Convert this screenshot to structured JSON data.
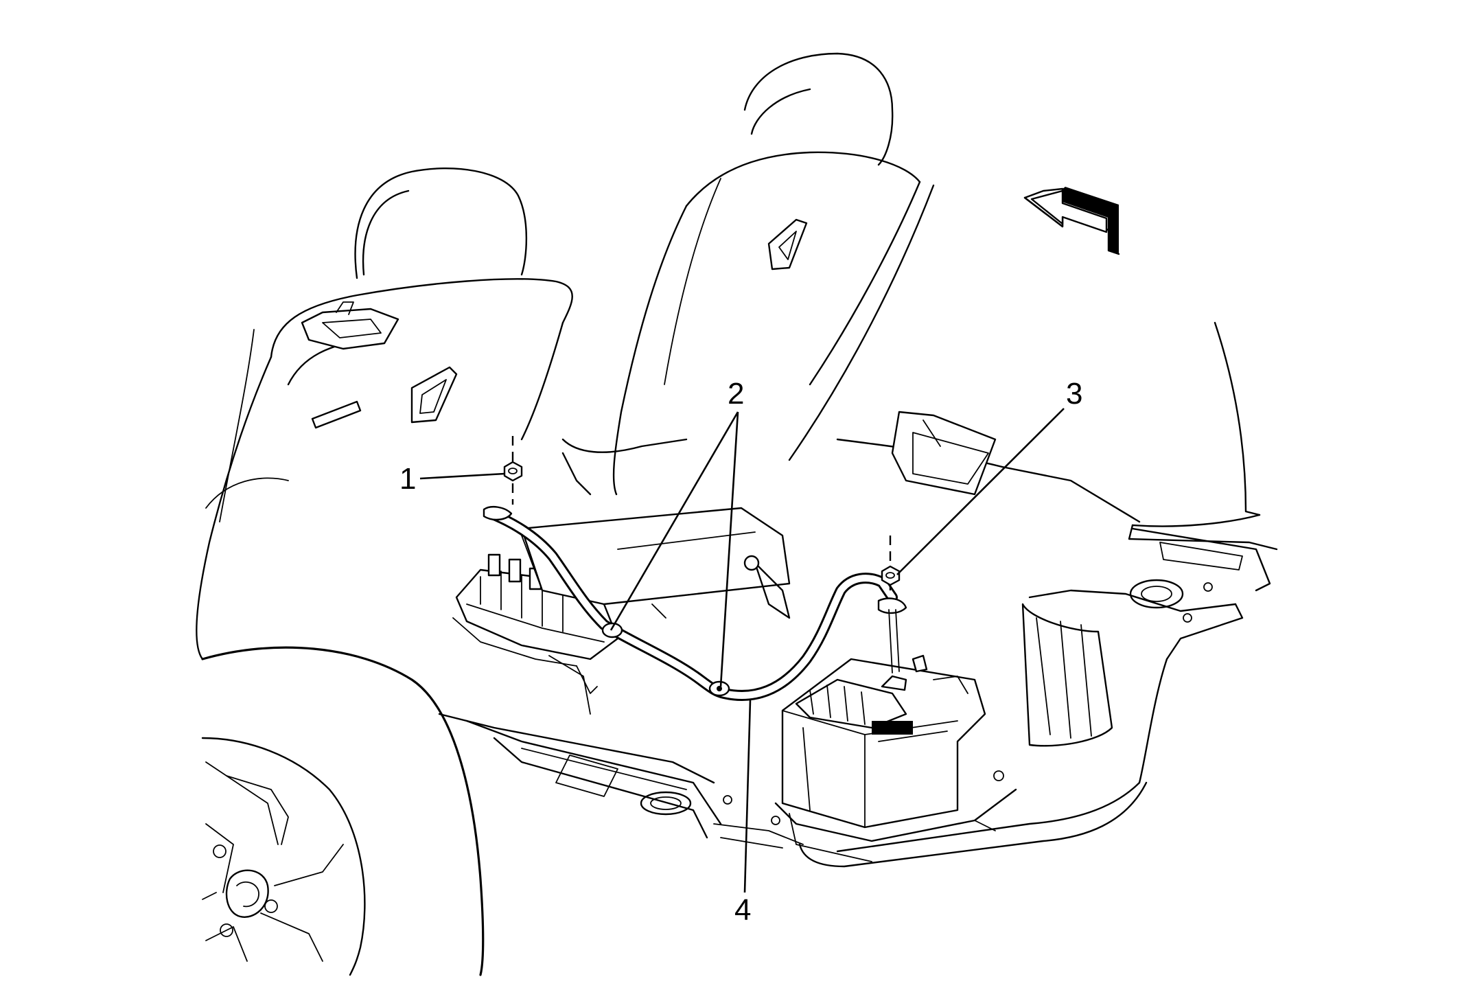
{
  "callouts": [
    {
      "id": "1",
      "label": "1"
    },
    {
      "id": "2",
      "label": "2"
    },
    {
      "id": "3",
      "label": "3"
    },
    {
      "id": "4",
      "label": "4"
    }
  ],
  "icons": {
    "direction_arrow": "front-direction-arrow-icon",
    "fastener": "nut-icon"
  },
  "colors": {
    "line": "#000000",
    "background": "#ffffff"
  }
}
